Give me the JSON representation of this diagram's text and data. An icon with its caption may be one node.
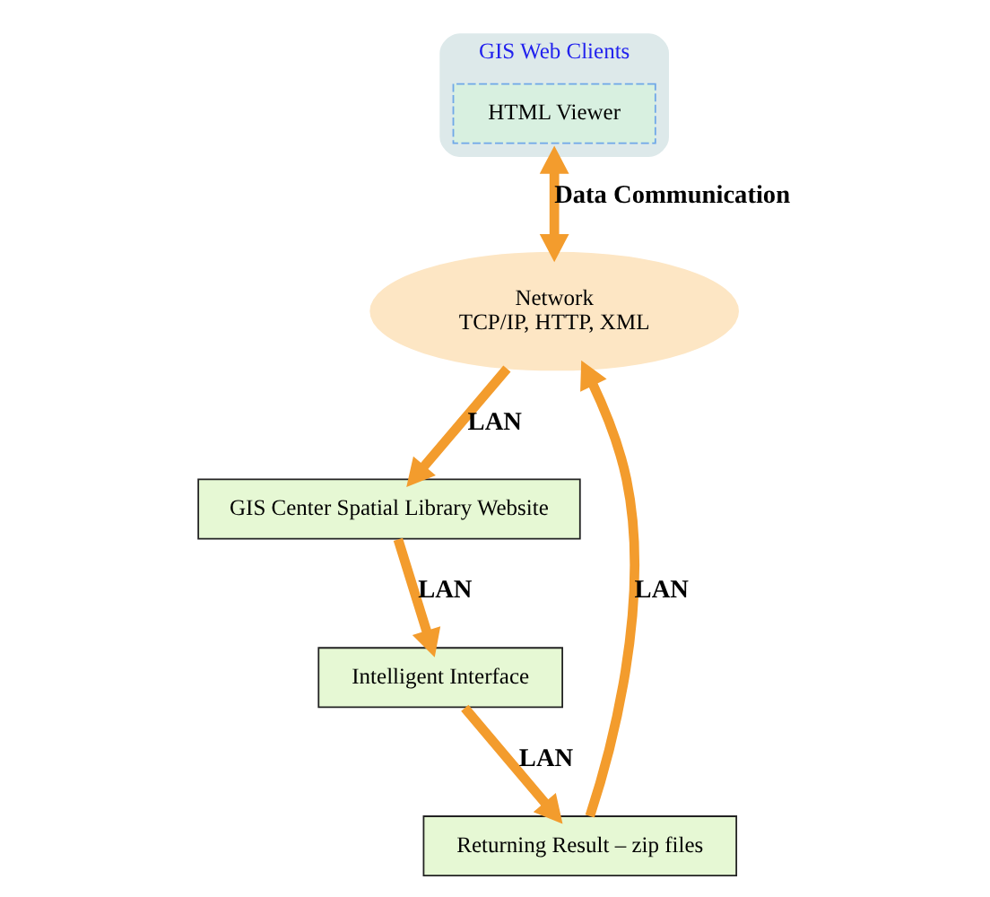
{
  "diagram": {
    "nodes": [
      {
        "text": [
          "GIS Web Clients"
        ]
      },
      {
        "text": [
          "HTML Viewer"
        ],
        "in": 0
      },
      {
        "text": [
          "Network",
          "TCP/IP, HTTP, XML"
        ]
      },
      {
        "text": [
          "GIS Center Spatial Library Website"
        ]
      },
      {
        "text": [
          "Intelligent Interface"
        ]
      },
      {
        "text": [
          "Returning Result – zip files"
        ]
      }
    ],
    "edges": [
      {
        "from": 0,
        "to": 2,
        "arrow": "both",
        "label": "Data Communication"
      },
      {
        "from": 2,
        "to": 3,
        "arrow": "to",
        "label": "LAN"
      },
      {
        "from": 3,
        "to": 4,
        "arrow": "to",
        "label": "LAN"
      },
      {
        "from": 4,
        "to": 5,
        "arrow": "to",
        "label": "LAN"
      },
      {
        "from": 5,
        "to": 2,
        "arrow": "to",
        "label": "LAN"
      }
    ]
  }
}
